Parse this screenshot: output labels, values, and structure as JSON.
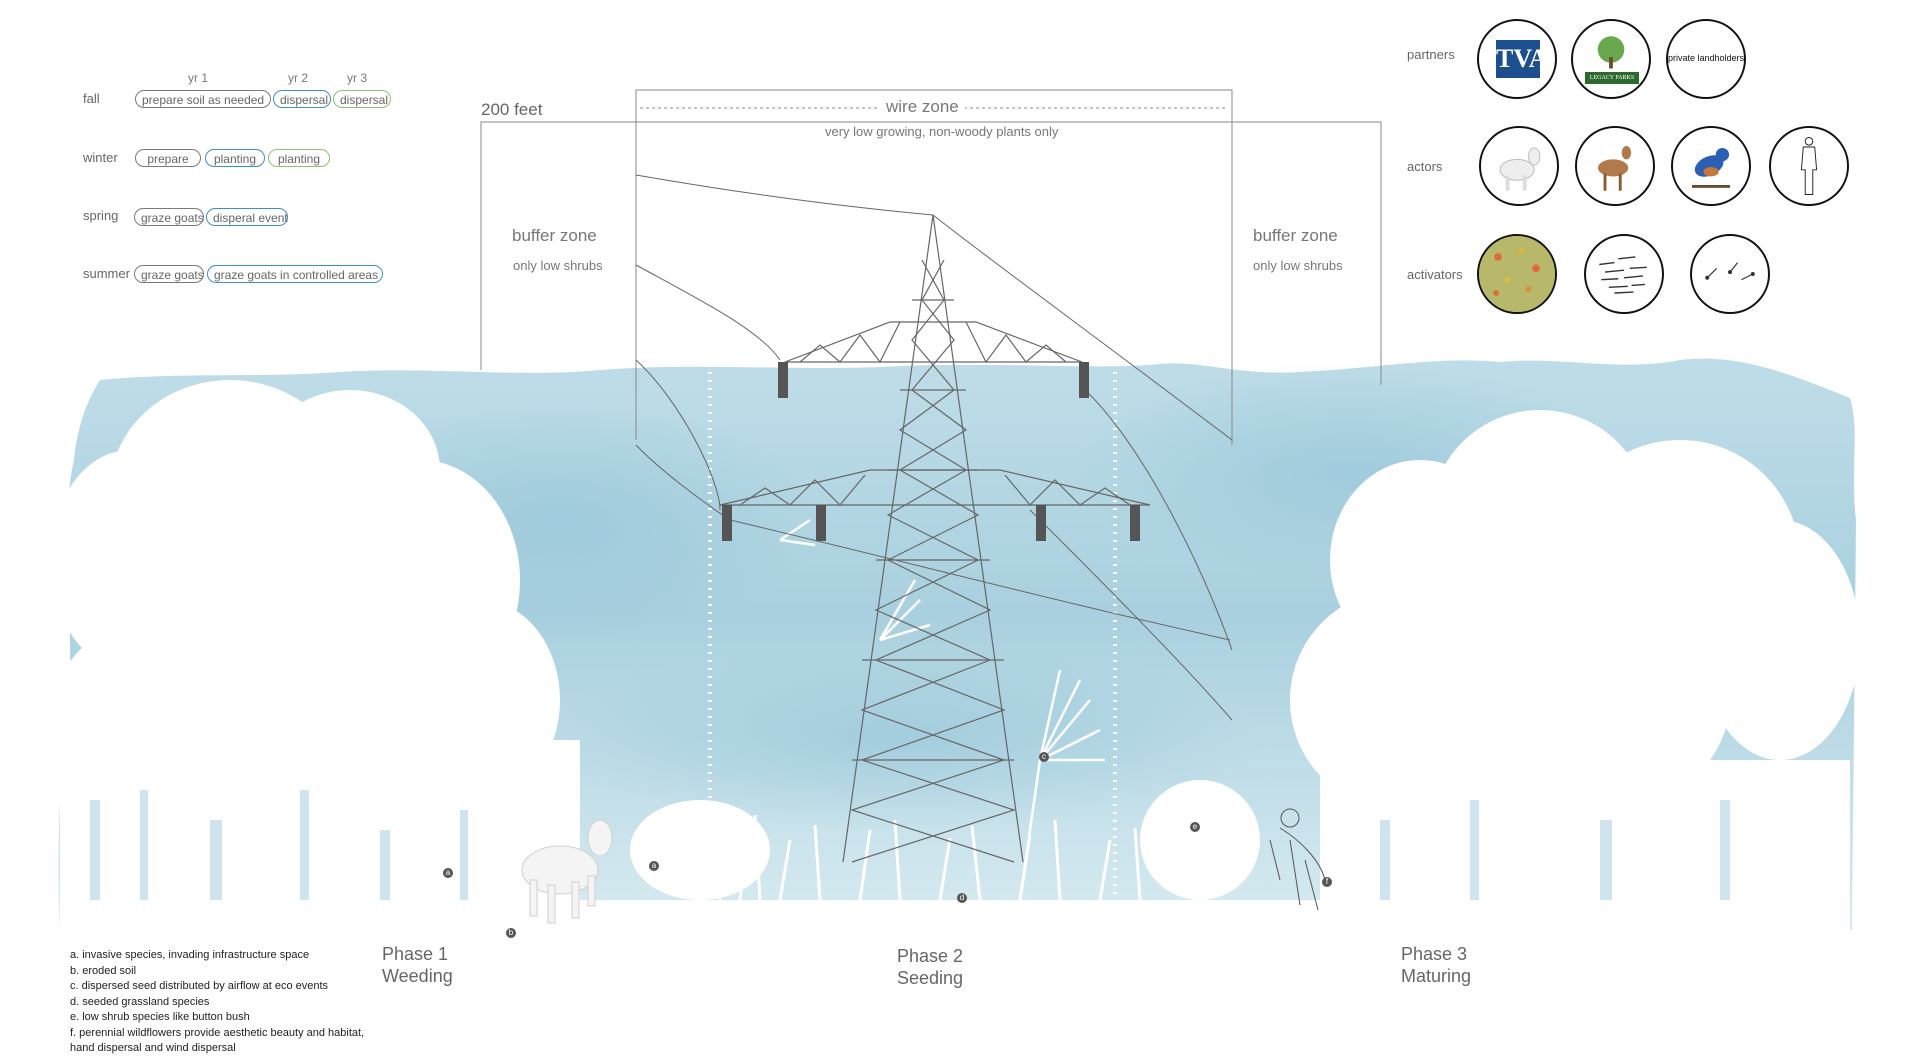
{
  "schedule": {
    "years": [
      "yr 1",
      "yr 2",
      "yr 3"
    ],
    "seasons": [
      {
        "name": "fall",
        "items": [
          "prepare soil as needed",
          "dispersal",
          "dispersal"
        ]
      },
      {
        "name": "winter",
        "items": [
          "prepare",
          "planting",
          "planting"
        ]
      },
      {
        "name": "spring",
        "items": [
          "graze goats",
          "disperal event"
        ]
      },
      {
        "name": "summer",
        "items": [
          "graze goats",
          "graze goats in controlled areas"
        ]
      }
    ],
    "colors": {
      "yr1": "#7a7a7a",
      "yr2": "#3f8fc0",
      "yr3": "#8dc26a"
    }
  },
  "zones": {
    "width_label": "200 feet",
    "wire_zone": {
      "title": "wire zone",
      "sub": "very low growing, non-woody plants only"
    },
    "buffer_left": {
      "title": "buffer zone",
      "sub": "only low shrubs"
    },
    "buffer_right": {
      "title": "buffer zone",
      "sub": "only low shrubs"
    }
  },
  "panels": {
    "partners": {
      "label": "partners",
      "items": [
        "TVA",
        "LEGACY PARKS",
        "private landholders"
      ]
    },
    "actors": {
      "label": "actors",
      "items": [
        "goat-icon",
        "deer-icon",
        "bluebird-icon",
        "person-icon"
      ]
    },
    "activators": {
      "label": "activators",
      "items": [
        "wildflower-meadow-icon",
        "wind-icon",
        "seed-icon"
      ]
    }
  },
  "phases": [
    {
      "num": "Phase 1",
      "name": "Weeding"
    },
    {
      "num": "Phase 2",
      "name": "Seeding"
    },
    {
      "num": "Phase 3",
      "name": "Maturing"
    }
  ],
  "markers": [
    "a",
    "b",
    "a",
    "c",
    "d",
    "e",
    "f"
  ],
  "legend": [
    "a. invasive species, invading infrastructure space",
    "b. eroded soil",
    "c. dispersed seed distributed by airflow at eco events",
    "d. seeded grassland species",
    "e. low shrub species like button bush",
    "f. perennial wildflowers provide aesthetic beauty and habitat,",
    "hand dispersal and wind dispersal"
  ],
  "colors": {
    "wash": "#bcdbe6",
    "wash_dark": "#9fcadb",
    "line": "#555555"
  }
}
